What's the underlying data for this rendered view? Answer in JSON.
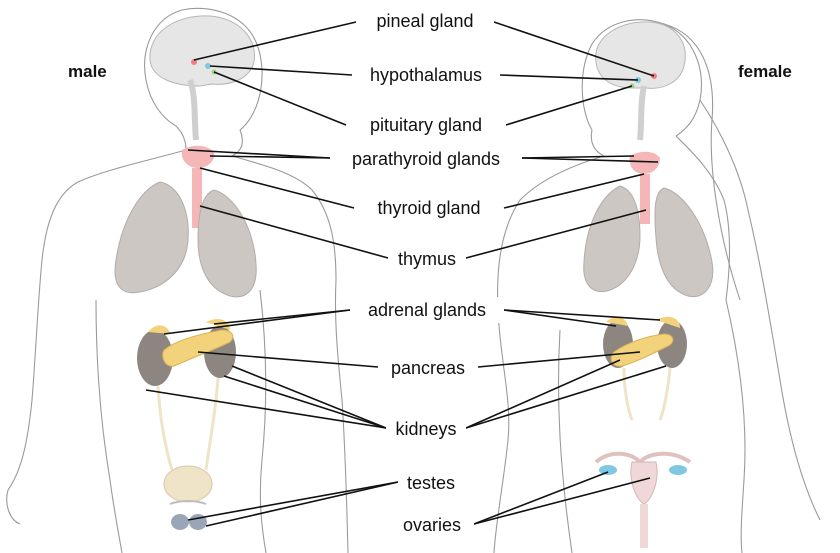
{
  "sides": {
    "left": "male",
    "right": "female"
  },
  "labels": {
    "pineal": "pineal gland",
    "hypothalamus": "hypothalamus",
    "pituitary": "pituitary gland",
    "parathyroid": "parathyroid glands",
    "thyroid": "thyroid gland",
    "thymus": "thymus",
    "adrenal": "adrenal glands",
    "pancreas": "pancreas",
    "kidneys": "kidneys",
    "testes": "testes",
    "ovaries": "ovaries"
  },
  "colors": {
    "outline": "#9a9a9a",
    "brain": "#e6e6e6",
    "lung": "#cdc7c4",
    "thyroid": "#f4b6b6",
    "kidney": "#8c8580",
    "pancreas": "#f2d27a",
    "bladder": "#efe3c8",
    "gland_blue": "#7ec8e3"
  }
}
